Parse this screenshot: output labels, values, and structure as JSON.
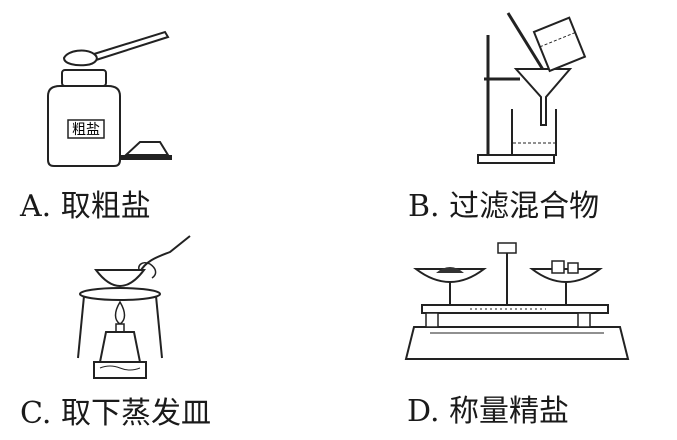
{
  "panels": {
    "a": {
      "caption": "A. 取粗盐",
      "jar_label": "粗盐"
    },
    "b": {
      "caption": "B. 过滤混合物"
    },
    "c": {
      "caption": "C. 取下蒸发皿"
    },
    "d": {
      "caption": "D. 称量精盐"
    }
  }
}
